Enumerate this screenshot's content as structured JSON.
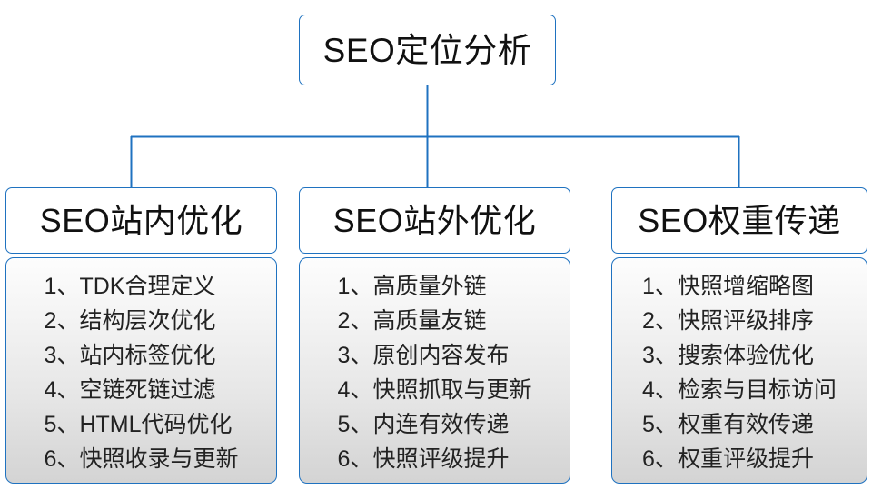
{
  "diagram": {
    "type": "org-tree",
    "orientation": "top-down",
    "accent_color": "#1f72c0",
    "panel_fill_top": "#fdfdfd",
    "panel_fill_bottom": "#d4d4d4",
    "root": {
      "label": "SEO定位分析"
    },
    "branches": [
      {
        "header": "SEO站内优化",
        "items": [
          {
            "number": "1、",
            "text": "TDK合理定义"
          },
          {
            "number": "2、",
            "text": "结构层次优化"
          },
          {
            "number": "3、",
            "text": "站内标签优化"
          },
          {
            "number": "4、",
            "text": "空链死链过滤"
          },
          {
            "number": "5、",
            "text": "HTML代码优化"
          },
          {
            "number": "6、",
            "text": "快照收录与更新"
          }
        ]
      },
      {
        "header": "SEO站外优化",
        "items": [
          {
            "number": "1、",
            "text": "高质量外链"
          },
          {
            "number": "2、",
            "text": "高质量友链"
          },
          {
            "number": "3、",
            "text": "原创内容发布"
          },
          {
            "number": "4、",
            "text": "快照抓取与更新"
          },
          {
            "number": "5、",
            "text": "内连有效传递"
          },
          {
            "number": "6、",
            "text": "快照评级提升"
          }
        ]
      },
      {
        "header": "SEO权重传递",
        "items": [
          {
            "number": "1、",
            "text": "快照增缩略图"
          },
          {
            "number": "2、",
            "text": "快照评级排序"
          },
          {
            "number": "3、",
            "text": "搜索体验优化"
          },
          {
            "number": "4、",
            "text": "检索与目标访问"
          },
          {
            "number": "5、",
            "text": "权重有效传递"
          },
          {
            "number": "6、",
            "text": "权重评级提升"
          }
        ]
      }
    ]
  }
}
